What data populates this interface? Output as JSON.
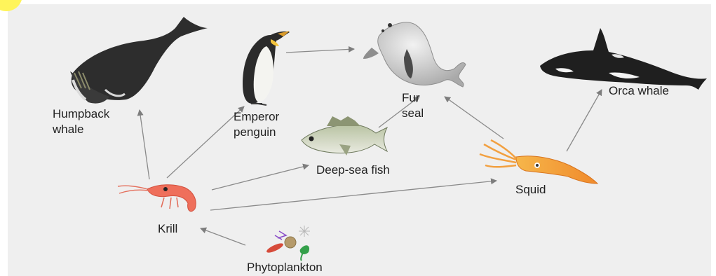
{
  "organisms": {
    "humpback": "Humpback\nwhale",
    "penguin": "Emperor\npenguin",
    "fur_seal": "Fur\nseal",
    "orca": "Orca whale",
    "fish": "Deep-sea fish",
    "squid": "Squid",
    "krill": "Krill",
    "phytoplankton": "Phytoplankton"
  },
  "colors": {
    "background": "#efefef",
    "arrow": "#8a8a8a",
    "corner_marker": "#fff45a"
  },
  "links": [
    {
      "from": "Phytoplankton",
      "to": "Krill"
    },
    {
      "from": "Krill",
      "to": "Humpback whale"
    },
    {
      "from": "Krill",
      "to": "Emperor penguin"
    },
    {
      "from": "Krill",
      "to": "Deep-sea fish"
    },
    {
      "from": "Krill",
      "to": "Squid"
    },
    {
      "from": "Emperor penguin",
      "to": "Fur seal"
    },
    {
      "from": "Deep-sea fish",
      "to": "Fur seal"
    },
    {
      "from": "Squid",
      "to": "Fur seal"
    },
    {
      "from": "Squid",
      "to": "Orca whale"
    }
  ]
}
